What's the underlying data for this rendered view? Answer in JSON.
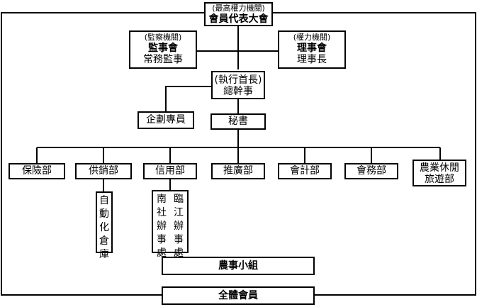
{
  "assembly": {
    "note": "(最高權力機關)",
    "title": "會員代表大會"
  },
  "supervisors": {
    "note": "(監察機關)",
    "title": "監事會",
    "leader": "常務監事"
  },
  "directors": {
    "note": "(權力機關)",
    "title": "理事會",
    "leader": "理事長"
  },
  "executive": {
    "note": "(執行首長)",
    "title": "總幹事"
  },
  "planning": {
    "label": "企劃專員"
  },
  "secretary": {
    "label": "秘書"
  },
  "departments": [
    {
      "label": "保險部"
    },
    {
      "label": "供銷部"
    },
    {
      "label": "信用部"
    },
    {
      "label": "推廣部"
    },
    {
      "label": "會計部"
    },
    {
      "label": "會務部"
    },
    {
      "label": "農業休閒旅遊部"
    }
  ],
  "leisure_dept_lines": [
    "農業休閒",
    "旅遊部"
  ],
  "warehouse": {
    "label": "自動化倉庫"
  },
  "branches": [
    {
      "label": "臨江辦事處"
    },
    {
      "label": "南社辦事處"
    }
  ],
  "farming_group": {
    "label": "農事小組"
  },
  "all_members": {
    "label": "全體會員"
  }
}
